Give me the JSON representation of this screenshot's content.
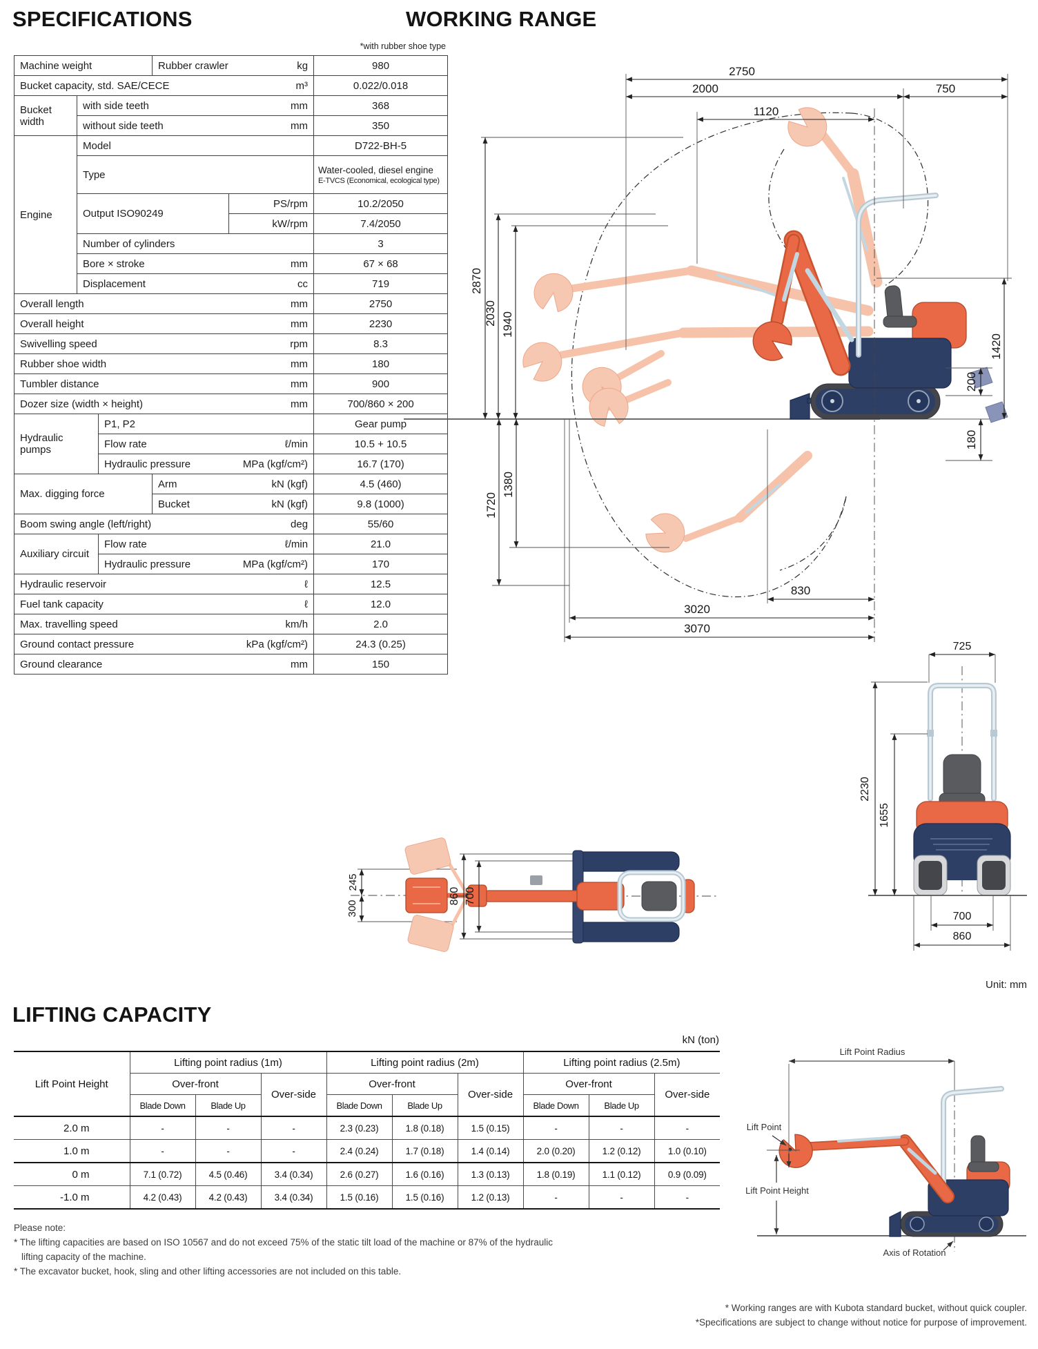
{
  "titles": {
    "specifications": "SPECIFICATIONS",
    "working_range": "WORKING RANGE",
    "lifting_capacity": "LIFTING CAPACITY"
  },
  "spec": {
    "note": "*with rubber shoe type",
    "rows": [
      {
        "g": "Machine weight",
        "label": "Rubber crawler",
        "unit": "kg",
        "value": "980"
      },
      {
        "label": "Bucket capacity, std. SAE/CECE",
        "unit": "m³",
        "value": "0.022/0.018"
      },
      {
        "g": "Bucket width",
        "label": "with side teeth",
        "unit": "mm",
        "value": "368"
      },
      {
        "label": "without side teeth",
        "unit": "mm",
        "value": "350"
      },
      {
        "g": "Engine",
        "label": "Model",
        "value": "D722-BH-5"
      },
      {
        "label": "Type",
        "v1": "Water-cooled, diesel engine",
        "v2": "E-TVCS (Economical, ecological type)"
      },
      {
        "label": "Output ISO90249",
        "unit": "PS/rpm",
        "value": "10.2/2050"
      },
      {
        "unit": "kW/rpm",
        "value": "7.4/2050"
      },
      {
        "label": "Number of cylinders",
        "value": "3"
      },
      {
        "label": "Bore × stroke",
        "unit": "mm",
        "value": "67 × 68"
      },
      {
        "label": "Displacement",
        "unit": "cc",
        "value": "719"
      },
      {
        "label": "Overall length",
        "unit": "mm",
        "value": "2750"
      },
      {
        "label": "Overall height",
        "unit": "mm",
        "value": "2230"
      },
      {
        "label": "Swivelling speed",
        "unit": "rpm",
        "value": "8.3"
      },
      {
        "label": "Rubber shoe width",
        "unit": "mm",
        "value": "180"
      },
      {
        "label": "Tumbler distance",
        "unit": "mm",
        "value": "900"
      },
      {
        "label": "Dozer size (width × height)",
        "unit": "mm",
        "value": "700/860 × 200"
      },
      {
        "g": "Hydraulic pumps",
        "label": "P1, P2",
        "value": "Gear pump"
      },
      {
        "label": "Flow rate",
        "unit": "ℓ/min",
        "value": "10.5 + 10.5"
      },
      {
        "label": "Hydraulic pressure",
        "unit": "MPa (kgf/cm²)",
        "value": "16.7 (170)"
      },
      {
        "g": "Max. digging force",
        "label": "Arm",
        "unit": "kN (kgf)",
        "value": "4.5 (460)"
      },
      {
        "label": "Bucket",
        "unit": "kN (kgf)",
        "value": "9.8 (1000)"
      },
      {
        "label": "Boom swing angle (left/right)",
        "unit": "deg",
        "value": "55/60"
      },
      {
        "g": "Auxiliary circuit",
        "label": "Flow rate",
        "unit": "ℓ/min",
        "value": "21.0"
      },
      {
        "label": "Hydraulic pressure",
        "unit": "MPa (kgf/cm²)",
        "value": "170"
      },
      {
        "label": "Hydraulic reservoir",
        "unit": "ℓ",
        "value": "12.5"
      },
      {
        "label": "Fuel tank capacity",
        "unit": "ℓ",
        "value": "12.0"
      },
      {
        "label": "Max. travelling speed",
        "unit": "km/h",
        "value": "2.0"
      },
      {
        "label": "Ground contact pressure",
        "unit": "kPa (kgf/cm²)",
        "value": "24.3 (0.25)"
      },
      {
        "label": "Ground clearance",
        "unit": "mm",
        "value": "150"
      }
    ]
  },
  "working_range": {
    "dims": {
      "d2750": "2750",
      "d2000": "2000",
      "d750": "750",
      "d1120": "1120",
      "d2870": "2870",
      "d2030": "2030",
      "d1940": "1940",
      "d1720": "1720",
      "d1380": "1380",
      "d1420": "1420",
      "d200": "200",
      "d180": "180",
      "d830": "830",
      "d3020": "3020",
      "d3070": "3070"
    }
  },
  "plan": {
    "dims": {
      "d245": "245",
      "d300": "300",
      "d860": "860",
      "d700": "700"
    }
  },
  "rear": {
    "dims": {
      "d725": "725",
      "d2230": "2230",
      "d1655": "1655",
      "d700": "700",
      "d860": "860"
    }
  },
  "lifting": {
    "unit_label": "kN (ton)",
    "col_lph": "Lift Point Height",
    "radius_groups": [
      "Lifting point radius (1m)",
      "Lifting point radius (2m)",
      "Lifting point radius (2.5m)"
    ],
    "over_front": "Over-front",
    "over_side": "Over-side",
    "blade_down": "Blade Down",
    "blade_up": "Blade Up",
    "rows": [
      {
        "h": "2.0 m",
        "v": [
          "-",
          "-",
          "-",
          "2.3 (0.23)",
          "1.8 (0.18)",
          "1.5 (0.15)",
          "-",
          "-",
          "-"
        ]
      },
      {
        "h": "1.0 m",
        "v": [
          "-",
          "-",
          "-",
          "2.4 (0.24)",
          "1.7 (0.18)",
          "1.4 (0.14)",
          "2.0 (0.20)",
          "1.2 (0.12)",
          "1.0 (0.10)"
        ]
      },
      {
        "h": "0 m",
        "v": [
          "7.1 (0.72)",
          "4.5 (0.46)",
          "3.4 (0.34)",
          "2.6 (0.27)",
          "1.6 (0.16)",
          "1.3 (0.13)",
          "1.8 (0.19)",
          "1.1 (0.12)",
          "0.9 (0.09)"
        ]
      },
      {
        "h": "-1.0 m",
        "v": [
          "4.2 (0.43)",
          "4.2 (0.43)",
          "3.4 (0.34)",
          "1.5 (0.16)",
          "1.5 (0.16)",
          "1.2 (0.13)",
          "-",
          "-",
          "-"
        ]
      }
    ]
  },
  "lift_diagram": {
    "radius": "Lift Point Radius",
    "point": "Lift Point",
    "height": "Lift Point Height",
    "axis": "Axis of Rotation"
  },
  "notes": {
    "unit": "Unit: mm",
    "please": "Please note:",
    "l1": "* The lifting capacities are based on ISO 10567 and do not exceed 75% of the static tilt load of the machine or 87% of the hydraulic",
    "l2": "lifting capacity of the machine.",
    "l3": "* The excavator bucket, hook, sling and other lifting accessories are not included on this table.",
    "r1": "* Working ranges are with Kubota standard bucket, without quick coupler.",
    "r2": "*Specifications are subject to change without notice for purpose of improvement."
  },
  "colors": {
    "machine_orange": "#e96845",
    "machine_navy": "#2e3f66",
    "ghost_pink": "#f7c8b1",
    "track_gray": "#45464c",
    "seat_gray": "#595b5f",
    "rops_gray": "#b9c9d3"
  }
}
